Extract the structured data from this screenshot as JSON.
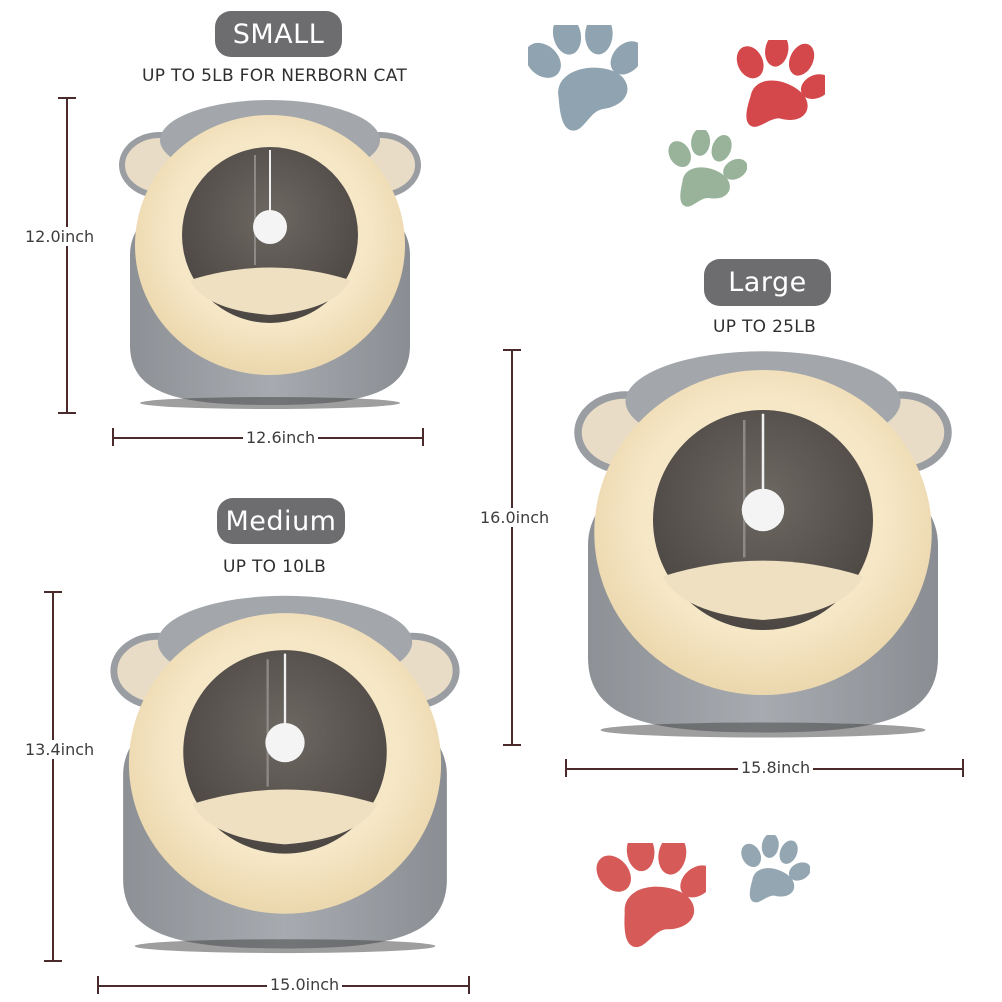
{
  "sizes": {
    "small": {
      "label": "SMALL",
      "capacity": "UP TO 5LB  FOR NERBORN CAT",
      "height": "12.0inch",
      "width": "12.6inch"
    },
    "medium": {
      "label": "Medium",
      "capacity": "UP TO 10LB",
      "height": "13.4inch",
      "width": "15.0inch"
    },
    "large": {
      "label": "Large",
      "capacity": "UP TO 25LB",
      "height": "16.0inch",
      "width": "15.8inch"
    }
  },
  "colors": {
    "pill_bg": "#6d6d6f",
    "dimension_line": "#4a2a2a",
    "bed_gray": "#9a9ea3",
    "fur_cream": "#f3e2bd",
    "interior": "#5e5853",
    "paw_blue": "#8fa3b0",
    "paw_red": "#d4474a",
    "paw_green": "#98b39a"
  },
  "decorations": {
    "paws": [
      "paw-blue",
      "paw-red",
      "paw-green",
      "paw-red",
      "paw-blue"
    ]
  }
}
